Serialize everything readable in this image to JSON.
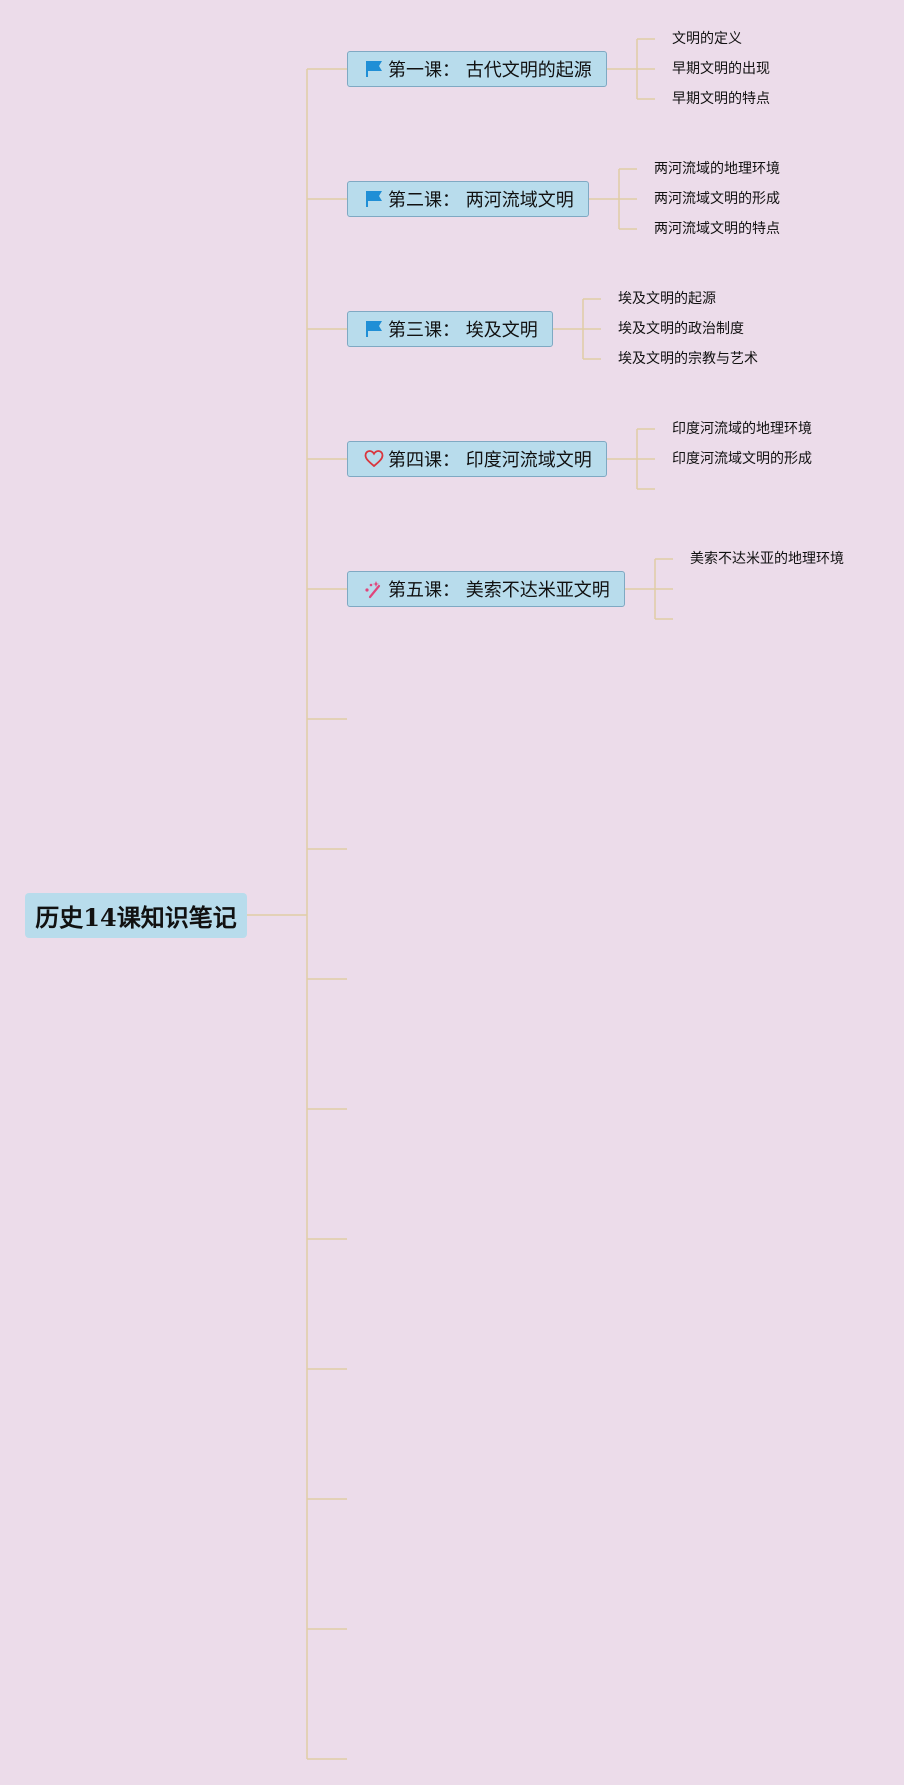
{
  "root": {
    "title": "历史14课知识笔记"
  },
  "lessons": [
    {
      "label": "第一课：  古代文明的起源",
      "icon": "flag-icon",
      "topics": [
        "文明的定义",
        "早期文明的出现",
        "早期文明的特点"
      ]
    },
    {
      "label": "第二课：  两河流域文明",
      "icon": "flag-icon",
      "topics": [
        "两河流域的地理环境",
        "两河流域文明的形成",
        "两河流域文明的特点"
      ]
    },
    {
      "label": "第三课：  埃及文明",
      "icon": "flag-icon",
      "topics": [
        "埃及文明的起源",
        "埃及文明的政治制度",
        "埃及文明的宗教与艺术"
      ]
    },
    {
      "label": "第四课：  印度河流域文明",
      "icon": "heart-icon",
      "topics": [
        "印度河流域的地理环境",
        "印度河流域文明的形成",
        ""
      ]
    },
    {
      "label": "第五课：  美索不达米亚文明",
      "icon": "sparkle-wand-icon",
      "topics": [
        "美索不达米亚的地理环境",
        "",
        ""
      ]
    }
  ],
  "empty_branch_count": 9,
  "colors": {
    "background": "#ecdcea",
    "node_fill": "#b8dcec",
    "node_border": "#7fa9c3",
    "connector": "#e0cda5",
    "flag": "#1f8fd6",
    "heart": "#d9363e",
    "wand": "#e0457b"
  }
}
